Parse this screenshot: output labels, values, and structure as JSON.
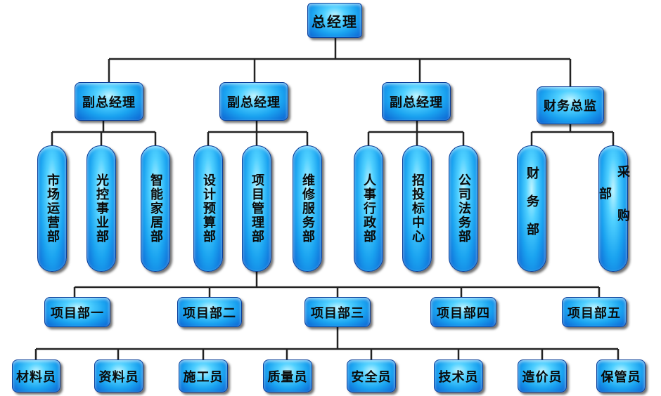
{
  "root": {
    "label": "总经理"
  },
  "level2": [
    {
      "label": "副总经理"
    },
    {
      "label": "副总经理"
    },
    {
      "label": "副总经理"
    },
    {
      "label": "财务总监"
    }
  ],
  "departments": [
    {
      "label": "市场运营部"
    },
    {
      "label": "光控事业部"
    },
    {
      "label": "智能家居部"
    },
    {
      "label": "设计预算部"
    },
    {
      "label": "项目管理部"
    },
    {
      "label": "维修服务部"
    },
    {
      "label": "人事行政部"
    },
    {
      "label": "招投标中心"
    },
    {
      "label": "公司法务部"
    },
    {
      "label": "财务部"
    },
    {
      "label": "采购部"
    }
  ],
  "projects": [
    {
      "label": "项目部一"
    },
    {
      "label": "项目部二"
    },
    {
      "label": "项目部三"
    },
    {
      "label": "项目部四"
    },
    {
      "label": "项目部五"
    }
  ],
  "staff": [
    {
      "label": "材料员"
    },
    {
      "label": "资料员"
    },
    {
      "label": "施工员"
    },
    {
      "label": "质量员"
    },
    {
      "label": "安全员"
    },
    {
      "label": "技术员"
    },
    {
      "label": "造价员"
    },
    {
      "label": "保管员"
    }
  ],
  "colors": {
    "node_fill": "#1aa3f0",
    "node_border": "#0a3f9a",
    "connector": "#222222"
  }
}
